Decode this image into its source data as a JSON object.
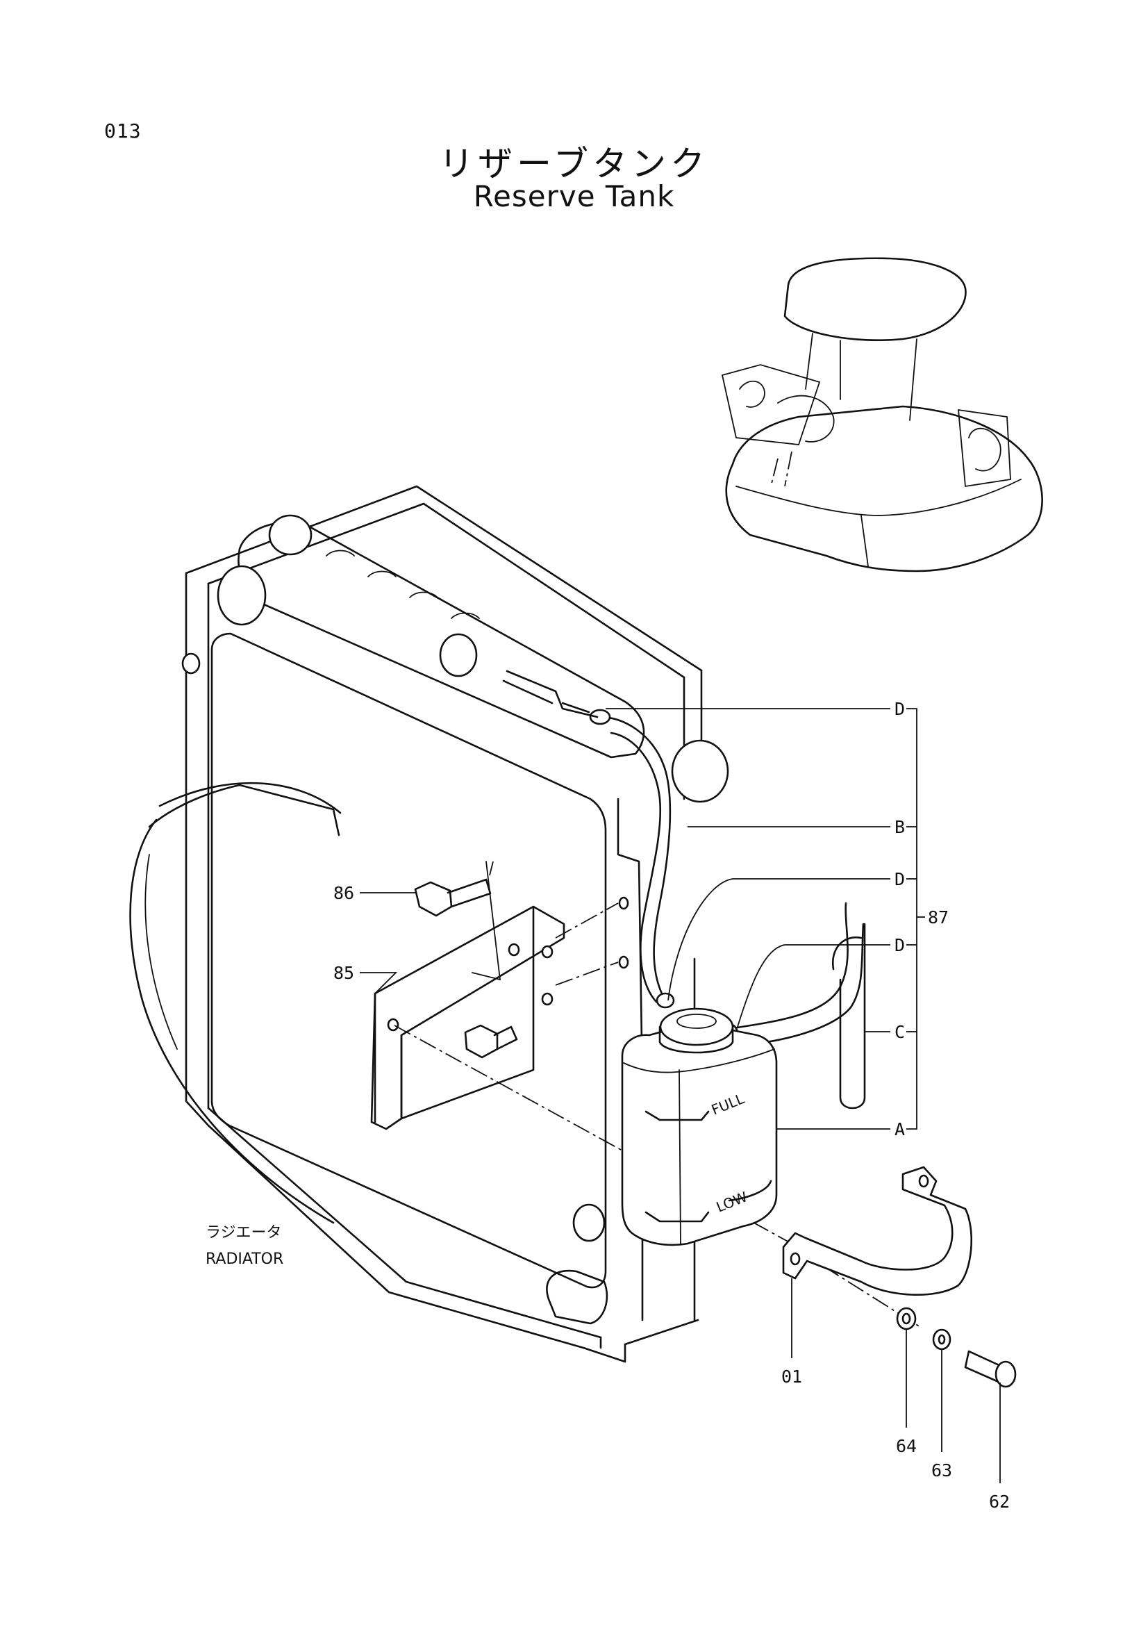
{
  "page": {
    "number": "013",
    "title_ja": "リザーブタンク",
    "title_en": "Reserve Tank"
  },
  "diagram": {
    "components": {
      "radiator_ja": "ラジエータ",
      "radiator_en": "RADIATOR"
    },
    "tank_marks": {
      "full": "FULL",
      "low": "LOW"
    },
    "callouts": {
      "hose_clip_top": "D",
      "hose_upper": "B",
      "hose_clip_mid": "D",
      "hose_clip_low": "D",
      "overflow_hose": "C",
      "tank": "A",
      "kit": "87",
      "bolt_bracket": "86",
      "bracket_plate": "85",
      "band": "01",
      "washer_a": "64",
      "washer_b": "63",
      "bolt": "62"
    }
  }
}
